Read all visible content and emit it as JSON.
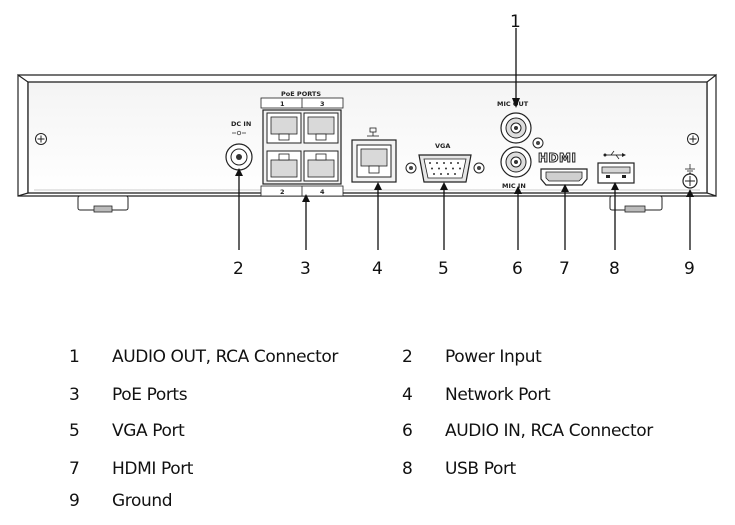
{
  "callouts": {
    "c1": "1",
    "c2": "2",
    "c3": "3",
    "c4": "4",
    "c5": "5",
    "c6": "6",
    "c7": "7",
    "c8": "8",
    "c9": "9"
  },
  "panel_labels": {
    "poe_ports": "PoE PORTS",
    "poe_1": "1",
    "poe_2": "2",
    "poe_3": "3",
    "poe_4": "4",
    "dc_in": "DC IN",
    "vga": "VGA",
    "mic_out": "MIC OUT",
    "mic_in": "MIC IN",
    "hdmi": "HDMI"
  },
  "legend": [
    {
      "num": "1",
      "label": "AUDIO OUT, RCA Connector"
    },
    {
      "num": "2",
      "label": "Power Input"
    },
    {
      "num": "3",
      "label": "PoE Ports"
    },
    {
      "num": "4",
      "label": "Network Port"
    },
    {
      "num": "5",
      "label": "VGA Port"
    },
    {
      "num": "6",
      "label": "AUDIO IN, RCA Connector"
    },
    {
      "num": "7",
      "label": "HDMI Port"
    },
    {
      "num": "8",
      "label": "USB Port"
    },
    {
      "num": "9",
      "label": "Ground"
    }
  ]
}
